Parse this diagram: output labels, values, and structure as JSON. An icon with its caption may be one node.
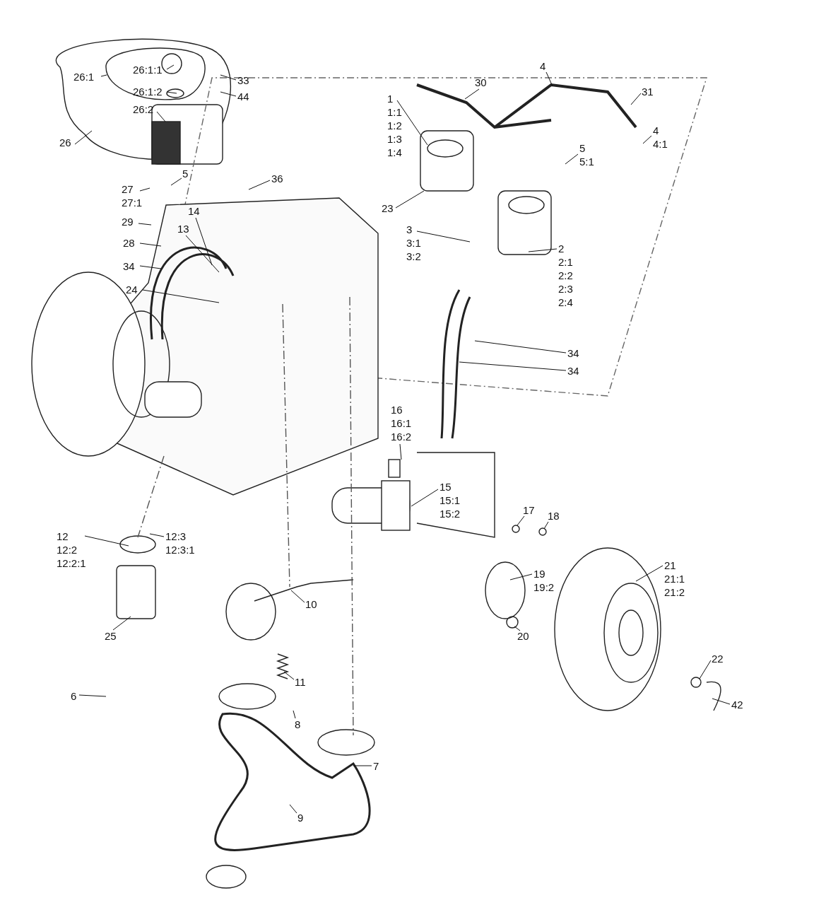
{
  "diagram": {
    "nodes": [
      {
        "text": [
          "4"
        ]
      },
      {
        "text": [
          "26:1:1"
        ]
      },
      {
        "text": [
          "30"
        ]
      },
      {
        "text": [
          "33"
        ]
      },
      {
        "text": [
          "26:1"
        ]
      },
      {
        "text": [
          "31"
        ]
      },
      {
        "text": [
          "26:1:2"
        ]
      },
      {
        "text": [
          "44"
        ]
      },
      {
        "text": [
          "1",
          "1:1",
          "1:2",
          "1:3",
          "1:4"
        ]
      },
      {
        "text": [
          "26:2"
        ]
      },
      {
        "text": [
          "4",
          "4:1"
        ]
      },
      {
        "text": [
          "26"
        ]
      },
      {
        "text": [
          "5",
          "5:1"
        ]
      },
      {
        "text": [
          "5"
        ]
      },
      {
        "text": [
          "36"
        ]
      },
      {
        "text": [
          "27",
          "27:1"
        ]
      },
      {
        "text": [
          "23"
        ]
      },
      {
        "text": [
          "14"
        ]
      },
      {
        "text": [
          "29"
        ]
      },
      {
        "text": [
          "13"
        ]
      },
      {
        "text": [
          "3",
          "3:1",
          "3:2"
        ]
      },
      {
        "text": [
          "28"
        ]
      },
      {
        "text": [
          "2",
          "2:1",
          "2:2",
          "2:3",
          "2:4"
        ]
      },
      {
        "text": [
          "34"
        ]
      },
      {
        "text": [
          "24"
        ]
      },
      {
        "text": [
          "34"
        ]
      },
      {
        "text": [
          "34"
        ]
      },
      {
        "text": [
          "16",
          "16:1",
          "16:2"
        ]
      },
      {
        "text": [
          "15",
          "15:1",
          "15:2"
        ]
      },
      {
        "text": [
          "17"
        ]
      },
      {
        "text": [
          "18"
        ]
      },
      {
        "text": [
          "12",
          "12:2",
          "12:2:1"
        ]
      },
      {
        "text": [
          "12:3",
          "12:3:1"
        ]
      },
      {
        "text": [
          "19",
          "19:2"
        ]
      },
      {
        "text": [
          "21",
          "21:1",
          "21:2"
        ]
      },
      {
        "text": [
          "10"
        ]
      },
      {
        "text": [
          "20"
        ]
      },
      {
        "text": [
          "25"
        ]
      },
      {
        "text": [
          "22"
        ]
      },
      {
        "text": [
          "11"
        ]
      },
      {
        "text": [
          "6"
        ]
      },
      {
        "text": [
          "42"
        ]
      },
      {
        "text": [
          "8"
        ]
      },
      {
        "text": [
          "7"
        ]
      },
      {
        "text": [
          "9"
        ]
      }
    ],
    "edges": [
      {
        "from": 0,
        "to": null,
        "arrow": "none"
      },
      {
        "from": 1,
        "to": null,
        "arrow": "none"
      },
      {
        "from": 2,
        "to": null,
        "arrow": "none"
      },
      {
        "from": 3,
        "to": null,
        "arrow": "none"
      },
      {
        "from": 4,
        "to": null,
        "arrow": "none"
      },
      {
        "from": 5,
        "to": null,
        "arrow": "none"
      },
      {
        "from": 6,
        "to": null,
        "arrow": "none"
      },
      {
        "from": 7,
        "to": null,
        "arrow": "none"
      },
      {
        "from": 8,
        "to": null,
        "arrow": "none"
      },
      {
        "from": 9,
        "to": null,
        "arrow": "none"
      },
      {
        "from": 10,
        "to": null,
        "arrow": "none"
      },
      {
        "from": 11,
        "to": null,
        "arrow": "none"
      },
      {
        "from": 12,
        "to": null,
        "arrow": "none"
      },
      {
        "from": 13,
        "to": null,
        "arrow": "none"
      },
      {
        "from": 14,
        "to": null,
        "arrow": "none"
      },
      {
        "from": 15,
        "to": null,
        "arrow": "none"
      },
      {
        "from": 16,
        "to": null,
        "arrow": "none"
      },
      {
        "from": 17,
        "to": null,
        "arrow": "none"
      },
      {
        "from": 18,
        "to": null,
        "arrow": "none"
      },
      {
        "from": 19,
        "to": null,
        "arrow": "none"
      },
      {
        "from": 20,
        "to": null,
        "arrow": "none"
      },
      {
        "from": 21,
        "to": null,
        "arrow": "none"
      },
      {
        "from": 22,
        "to": null,
        "arrow": "none"
      },
      {
        "from": 23,
        "to": null,
        "arrow": "none"
      },
      {
        "from": 24,
        "to": null,
        "arrow": "none"
      },
      {
        "from": 25,
        "to": null,
        "arrow": "none"
      },
      {
        "from": 26,
        "to": null,
        "arrow": "none"
      },
      {
        "from": 27,
        "to": null,
        "arrow": "none"
      },
      {
        "from": 28,
        "to": null,
        "arrow": "none"
      },
      {
        "from": 29,
        "to": null,
        "arrow": "none"
      },
      {
        "from": 30,
        "to": null,
        "arrow": "none"
      },
      {
        "from": 31,
        "to": null,
        "arrow": "none"
      },
      {
        "from": 32,
        "to": null,
        "arrow": "none"
      },
      {
        "from": 33,
        "to": null,
        "arrow": "none"
      },
      {
        "from": 34,
        "to": null,
        "arrow": "none"
      },
      {
        "from": 35,
        "to": null,
        "arrow": "none"
      },
      {
        "from": 36,
        "to": null,
        "arrow": "none"
      },
      {
        "from": 37,
        "to": null,
        "arrow": "none"
      },
      {
        "from": 38,
        "to": null,
        "arrow": "none"
      },
      {
        "from": 39,
        "to": null,
        "arrow": "none"
      },
      {
        "from": 40,
        "to": null,
        "arrow": "none"
      },
      {
        "from": 41,
        "to": null,
        "arrow": "none"
      },
      {
        "from": 42,
        "to": null,
        "arrow": "none"
      },
      {
        "from": 43,
        "to": null,
        "arrow": "none"
      },
      {
        "from": 44,
        "to": null,
        "arrow": "none"
      }
    ]
  }
}
